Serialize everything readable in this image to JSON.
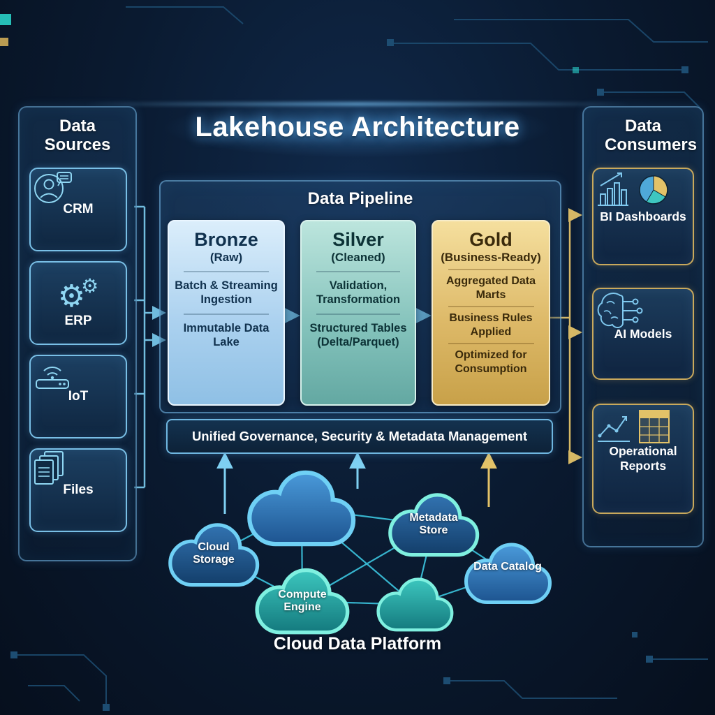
{
  "title": "Lakehouse Architecture",
  "sources": {
    "header": "Data Sources",
    "items": [
      {
        "label": "CRM",
        "icon": "crm-icon"
      },
      {
        "label": "ERP",
        "icon": "erp-icon"
      },
      {
        "label": "IoT",
        "icon": "iot-icon"
      },
      {
        "label": "Files",
        "icon": "files-icon"
      }
    ]
  },
  "pipeline": {
    "header": "Data Pipeline",
    "stages": [
      {
        "name": "Bronze",
        "subtitle": "(Raw)",
        "items": [
          "Batch & Streaming Ingestion",
          "Immutable Data Lake"
        ],
        "accent": "#a9d1ef"
      },
      {
        "name": "Silver",
        "subtitle": "(Cleaned)",
        "items": [
          "Validation, Transformation",
          "Structured Tables (Delta/Parquet)"
        ],
        "accent": "#7fc0b9"
      },
      {
        "name": "Gold",
        "subtitle": "(Business-Ready)",
        "items": [
          "Aggregated Data Marts",
          "Business Rules Applied",
          "Optimized for Consumption"
        ],
        "accent": "#ddb968"
      }
    ]
  },
  "governance": {
    "label": "Unified Governance, Security & Metadata Management"
  },
  "platform": {
    "label": "Cloud Data Platform",
    "clouds": [
      {
        "label": "Cloud Storage"
      },
      {
        "label": "Compute Engine"
      },
      {
        "label": "Metadata Store"
      },
      {
        "label": "Data Catalog"
      }
    ]
  },
  "consumers": {
    "header": "Data Consumers",
    "items": [
      {
        "label": "BI Dashboards",
        "icon": "bi-dashboards-icon"
      },
      {
        "label": "AI Models",
        "icon": "ai-models-icon"
      },
      {
        "label": "Operational Reports",
        "icon": "operational-reports-icon"
      }
    ]
  },
  "colors": {
    "background": "#0a1a30",
    "panel_border": "#73b4e1",
    "blue_arrow": "#7fd0f2",
    "gold_arrow": "#e3c268",
    "network_line": "#3fd0ea",
    "card_border_blue": "#79bfe6",
    "card_border_gold": "#c9a95c"
  }
}
